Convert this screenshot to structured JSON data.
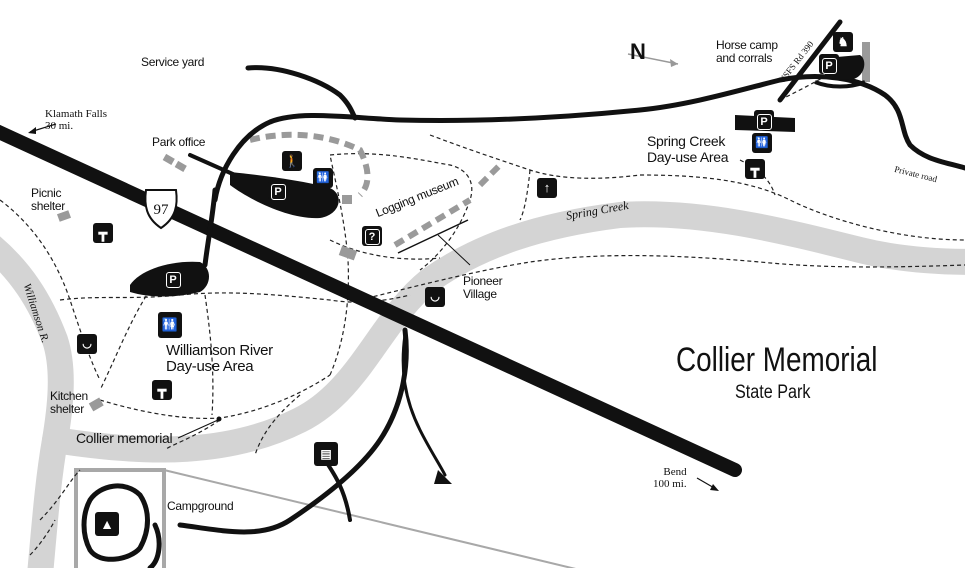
{
  "title": "Collier Memorial",
  "subtitle": "State Park",
  "north_label": "N",
  "highway_shield": "97",
  "labels": {
    "service_yard": "Service yard",
    "klamath_falls": "Klamath Falls\n30 mi.",
    "park_office": "Park office",
    "picnic_shelter": "Picnic\nshelter",
    "williamson_river": "Williamson R.",
    "kitchen_shelter": "Kitchen\nshelter",
    "collier_memorial": "Collier memorial",
    "williamson_day_use": "Williamson River\nDay-use Area",
    "logging_museum": "Logging museum",
    "pioneer_village": "Pioneer\nVillage",
    "spring_creek": "Spring Creek",
    "spring_creek_day_use": "Spring Creek\nDay-use Area",
    "horse_camp": "Horse camp\nand corrals",
    "usfs_road": "USFS Rd 390",
    "private_road": "Private road",
    "bend": "Bend\n100 mi.",
    "campground": "Campground"
  },
  "icons": {
    "parking": "P",
    "info": "?",
    "picnic": "picnic-table-icon",
    "restroom": "restroom-icon",
    "hiker": "hiker-icon",
    "camping": "tent-icon",
    "boat": "boat-launch-icon",
    "rv_dump": "rv-dump-icon",
    "horse": "horse-icon",
    "fishing": "fishing-icon",
    "up_arrow": "trailhead-arrow-icon"
  },
  "colors": {
    "road": "#111111",
    "water": "#d4d4d4",
    "building": "#9a9a9a",
    "trail": "#222222",
    "inset_frame": "#a8a8a8"
  }
}
